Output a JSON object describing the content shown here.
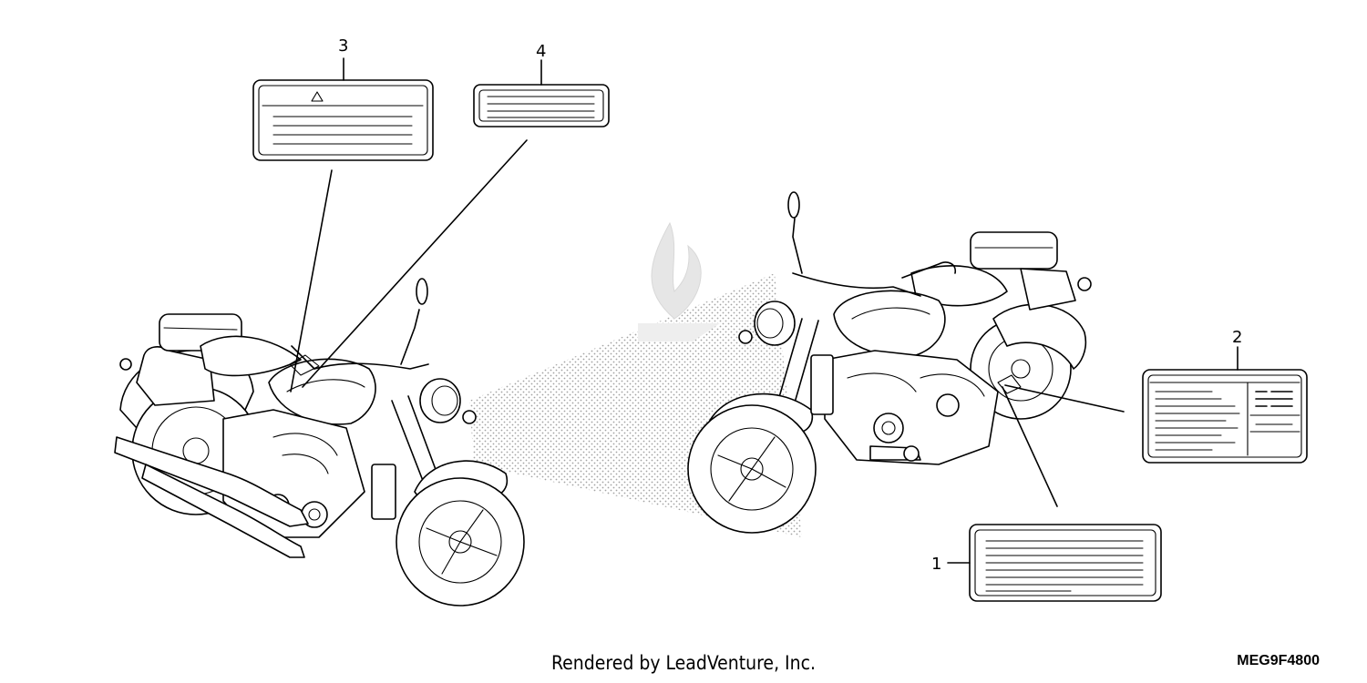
{
  "callouts": {
    "c1": "1",
    "c2": "2",
    "c3": "3",
    "c4": "4"
  },
  "footer": {
    "credit": "Rendered by LeadVenture, Inc.",
    "code": "MEG9F4800"
  }
}
